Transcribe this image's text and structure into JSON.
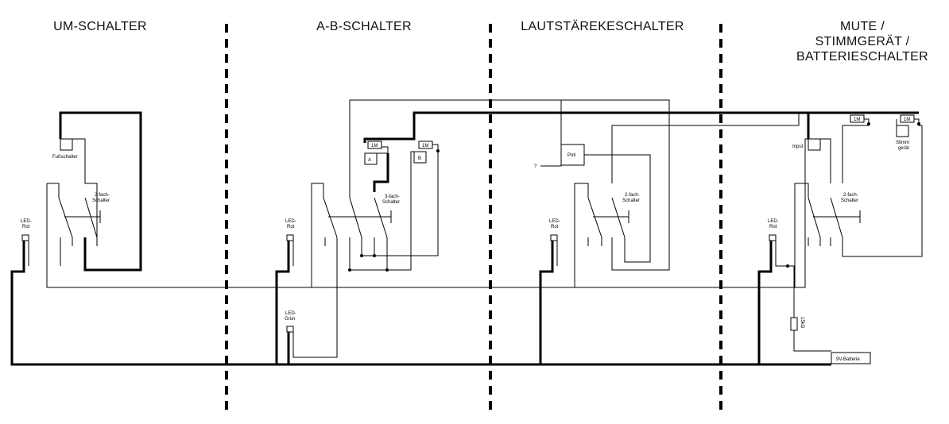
{
  "sections": {
    "um": "UM-SCHALTER",
    "ab": "A-B-SCHALTER",
    "laut": "LAUTSTÄREKESCHALTER",
    "mute_l1": "MUTE /",
    "mute_l2": "STIMMGERÄT /",
    "mute_l3": "BATTERIESCHALTER"
  },
  "labels": {
    "fussschalter": "Fußschalter",
    "switch2_l1": "2-fach-",
    "switch2_l2": "Schalter",
    "switch3_l1": "3-fach-",
    "switch3_l2": "Schalter",
    "led": "LED-",
    "rot": "Rot",
    "gruen": "Grün",
    "res_1m": "1M",
    "port_a": "A",
    "port_b": "B",
    "poti": "Poti",
    "question": "?",
    "input": "Input",
    "stimm_l1": "Stimm",
    "stimm_l2": "gerät",
    "res_15k": "15kΩ",
    "battery": "9V-Batterie"
  },
  "colors": {
    "line": "#000000",
    "background": "#ffffff"
  }
}
